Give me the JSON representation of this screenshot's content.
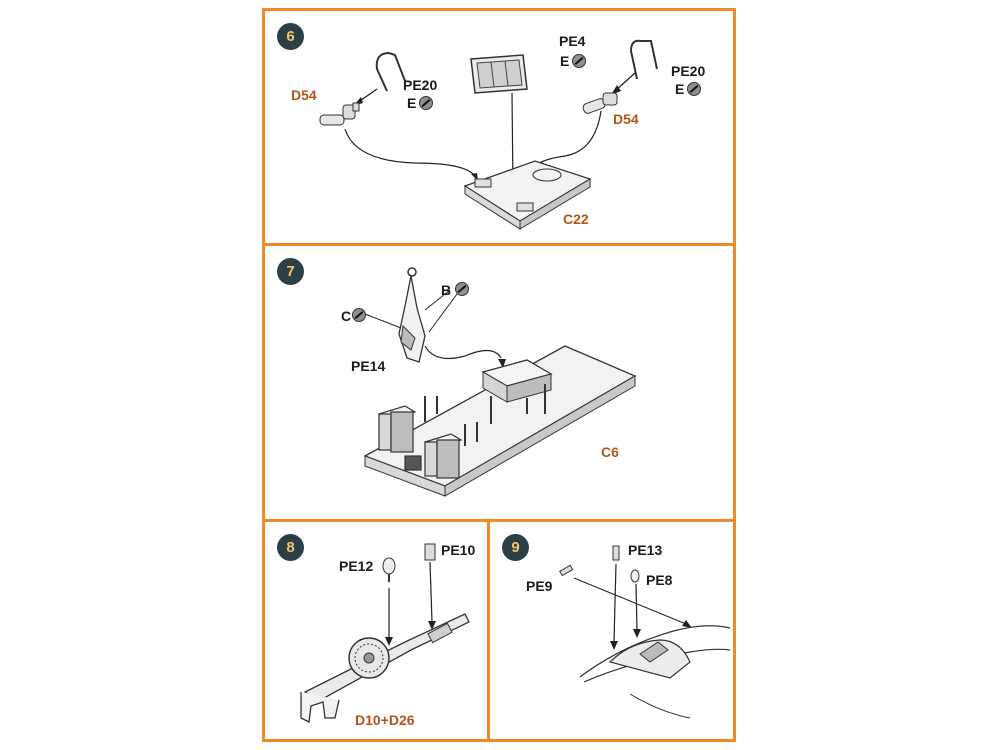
{
  "steps": [
    {
      "number": "6",
      "labels": {
        "pe4": "PE4",
        "pe20_left": "PE20",
        "pe20_right": "PE20",
        "e1": "E",
        "e2": "E",
        "e3": "E",
        "d54_left": "D54",
        "d54_right": "D54",
        "c22": "C22"
      }
    },
    {
      "number": "7",
      "labels": {
        "b": "B",
        "c": "C",
        "pe14": "PE14",
        "c6": "C6"
      }
    },
    {
      "number": "8",
      "labels": {
        "pe12": "PE12",
        "pe10": "PE10",
        "d10_d26": "D10+D26"
      }
    },
    {
      "number": "9",
      "labels": {
        "pe13": "PE13",
        "pe9": "PE9",
        "pe8": "PE8"
      }
    }
  ],
  "colors": {
    "frame": "#f08a24",
    "badge": "#2c3e46",
    "badge_text": "#f5c36b",
    "part_label": "#b5541a"
  },
  "icons": [
    "paint-circle-icon"
  ]
}
